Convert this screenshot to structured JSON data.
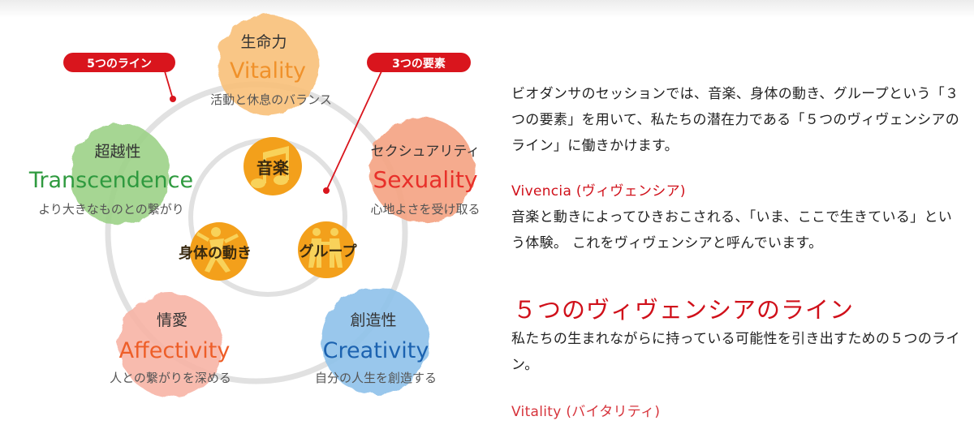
{
  "diagram": {
    "callout_lines": "5つのライン",
    "callout_elements": "3つの要素",
    "lines": [
      {
        "id": "vitality",
        "jp": "生命力",
        "en": "Vitality",
        "desc": "活動と休息のバランス",
        "color": "#f0912a",
        "fill": "#f9c079"
      },
      {
        "id": "sexuality",
        "jp": "セクシュアリティ",
        "en": "Sexuality",
        "desc": "心地よさを受け取る",
        "color": "#e8302a",
        "fill": "#f5a382"
      },
      {
        "id": "creativity",
        "jp": "創造性",
        "en": "Creativity",
        "desc": "自分の人生を創造する",
        "color": "#1b62b0",
        "fill": "#8ec2ea"
      },
      {
        "id": "affectivity",
        "jp": "情愛",
        "en": "Affectivity",
        "desc": "人との繋がりを深める",
        "color": "#ee5e28",
        "fill": "#f8b4a6"
      },
      {
        "id": "transcendence",
        "jp": "超越性",
        "en": "Transcendence",
        "desc": "より大きなものとの繋がり",
        "color": "#2f9a3f",
        "fill": "#9dd288"
      }
    ],
    "elements": [
      {
        "id": "music",
        "label": "音楽"
      },
      {
        "id": "body",
        "label": "身体の動き"
      },
      {
        "id": "group",
        "label": "グループ"
      }
    ],
    "colors": {
      "callout": "#d9151d",
      "orbit": "#e1e1e1",
      "element": "#f3a01b",
      "element_glyph": "#f8d25a"
    }
  },
  "content": {
    "intro": "ビオダンサのセッションでは、音楽、身体の動き、グループという「３つの要素」を用いて、私たちの潜在力である「５つのヴィヴェンシアのライン」に働きかけます。",
    "vivencia_title": "Vivencia (ヴィヴェンシア)",
    "vivencia_text": "音楽と動きによってひきおこされる、「いま、ここで生きている」という体験。 これをヴィヴェンシアと呼んでいます。",
    "lines_heading": "５つのヴィヴェンシアのライン",
    "lines_text": "私たちの生まれながらに持っている可能性を引き出すための５つのライン。",
    "next_title_cut": "Vitality (バイタリティ)"
  }
}
